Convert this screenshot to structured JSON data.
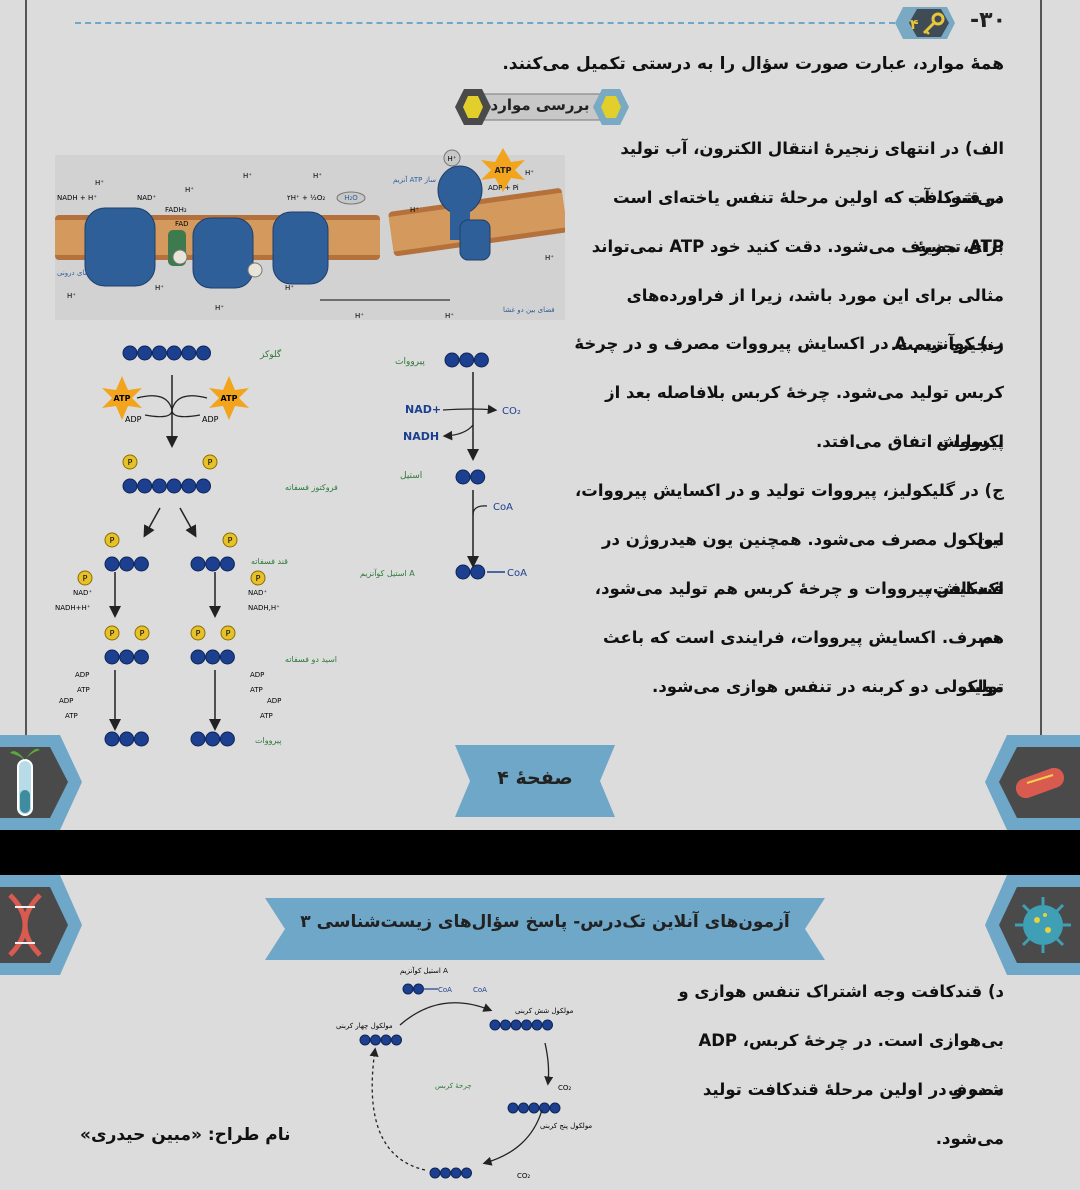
{
  "page1": {
    "page_number": "۳۰-",
    "key_badge": "۴",
    "intro": "همهٔ موارد، عبارت صورت سؤال را به درستی تکمیل می‌کنند.",
    "review_label": "بررسی موارد",
    "paragraphs": [
      "الف) در انتهای زنجیرهٔ انتقال الکترون، آب تولید می‌شود. آب",
      "در قندکافت که اولین مرحلهٔ تنفس یاخته‌ای است برای تجزیهٔ",
      "ATP، مصرف می‌شود. دقت کنید خود ATP نمی‌تواند",
      "مثالی برای این مورد باشد، زیرا از فراورده‌های زنجیره نیست.",
      "ب) کوآنزیم A در اکسایش پیرووات مصرف و در چرخهٔ",
      "کربس تولید می‌شود. چرخهٔ کربس بلافاصله بعد از اکسایش",
      "پیرووات اتفاق می‌افتد.",
      "ج) در گلیکولیز، پیرووات تولید و در اکسایش پیرووات، این",
      "مولکول مصرف می‌شود. همچنین یون هیدروژن در قندکافت،",
      "اکسایش پیرووات و چرخهٔ کربس هم تولید می‌شود، هم",
      "مصرف. اکسایش پیرووات، فرایندی است که باعث تولید",
      "مولکولی دو کربنه در تنفس هوازی می‌شود."
    ],
    "footer": "صفحهٔ ۴",
    "figure": {
      "membrane": {
        "labels": [
          "NADH + H⁺",
          "NAD⁺",
          "FADH₂",
          "FAD",
          "۲H⁺ + ½O₂",
          "H₂O",
          "ADP + Pi",
          "ATP",
          "آنزیم ATP ساز",
          "فضای بین دو غشا",
          "غشای درونی"
        ],
        "h_plus": "H⁺"
      },
      "glycolysis": {
        "glucose": "گلوکز",
        "atp": "ATP",
        "adp": "ADP",
        "p": "P",
        "fructose_phosphate": "فروکتوز فسفاته",
        "sugar_phosphate": "قند فسفاته",
        "nad_plus": "NAD⁺",
        "nadh_h_left": "NADH+H⁺",
        "nadh_h_right": "NADH,H⁺",
        "acid_diphosphate": "اسید دو فسفاته",
        "pyruvate": "پیرووات"
      },
      "pyruvate_oxidation": {
        "pyruvate": "پیرووات",
        "nad_plus": "NAD+",
        "nadh": "NADH",
        "co2": "CO₂",
        "acetyl": "استیل",
        "coa": "CoA",
        "acetyl_coa": "استیل کوآنزیم A"
      }
    }
  },
  "page2": {
    "banner_title": "آزمون‌های آنلاین تک‌درس- پاسخ سؤال‌های زیست‌شناسی ۳",
    "paragraphs": [
      "د) قندکافت وجه اشتراک تنفس هوازی و",
      "بی‌هوازی است. در چرخهٔ کربس، ADP مصرف",
      "شده و در اولین مرحلهٔ قندکافت تولید می‌شود."
    ],
    "designer": "نام طراح: «مبین حیدری»",
    "krebs_figure": {
      "acetyl_coa": "استیل کوآنزیم A",
      "coa": "CoA",
      "six_carbon": "مولکول شش کربنی",
      "four_carbon": "مولکول چهار کربنی",
      "five_carbon": "مولکول پنج کربنی",
      "cycle": "چرخهٔ کربس",
      "co2": "CO₂"
    }
  },
  "colors": {
    "page_bg": "#dcdcdc",
    "accent_blue": "#6fa7c8",
    "dark_hex": "#4a4a4a",
    "molecule_blue": "#1c3f8f",
    "phosphate_yellow": "#e6c12a",
    "atp_burst": "#f2a41c"
  },
  "icons": [
    "key-icon",
    "hexagon-bullet-icon",
    "test-tube-plant-icon",
    "bacteria-icon",
    "dna-icon",
    "virus-icon"
  ]
}
